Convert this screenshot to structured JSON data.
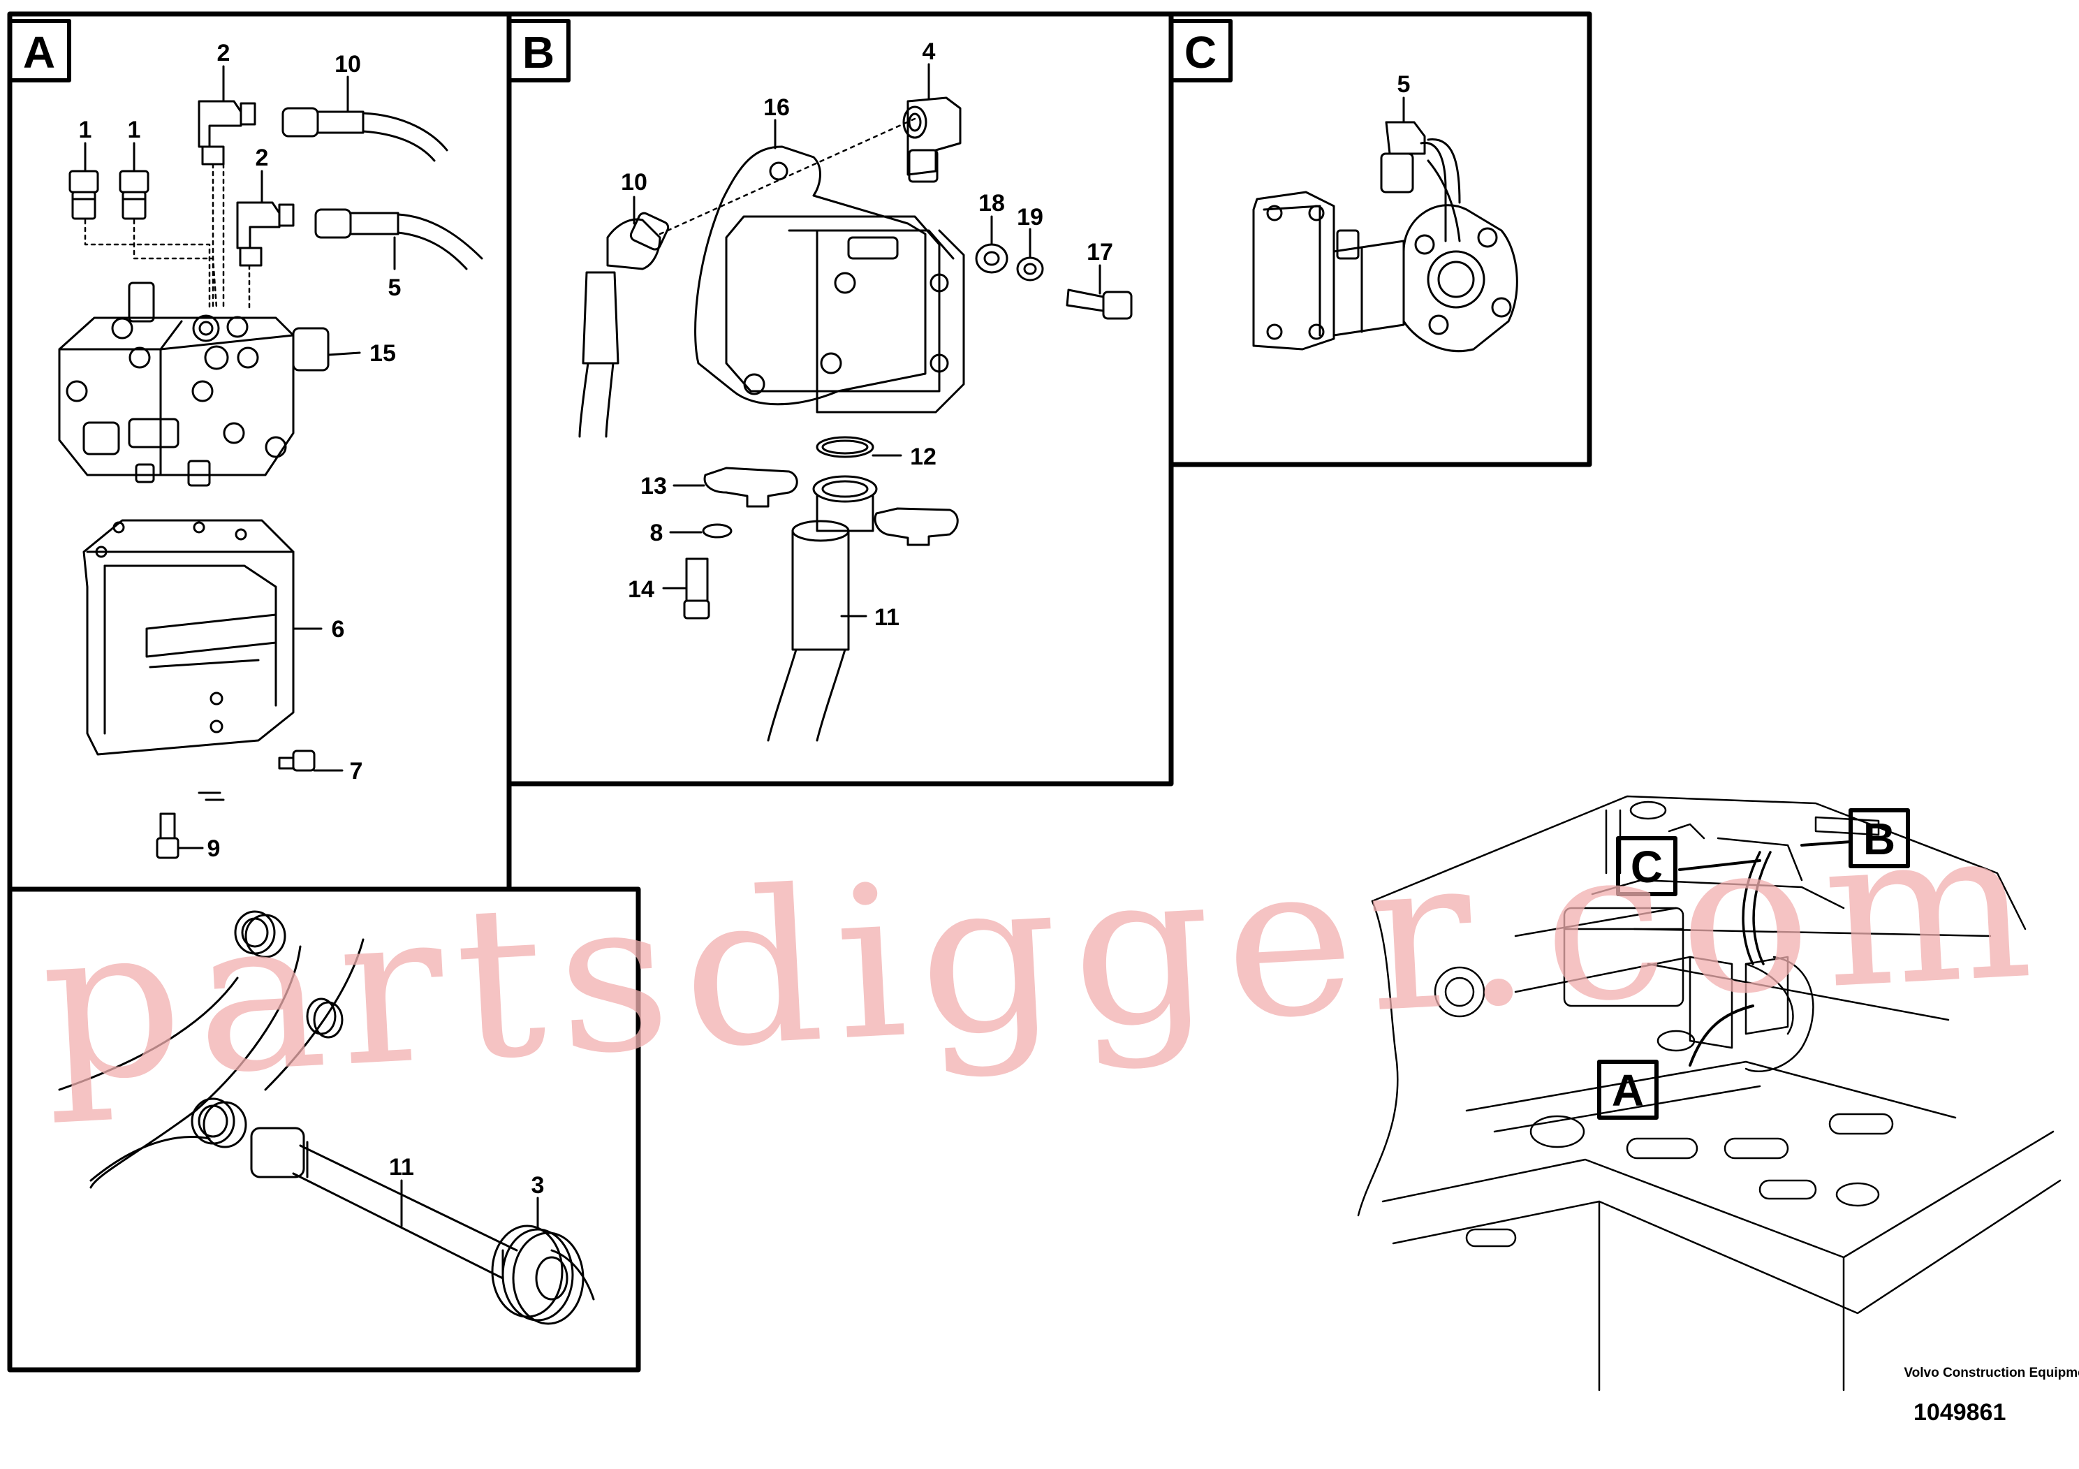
{
  "panels": {
    "A": {
      "letter": "A"
    },
    "B": {
      "letter": "B"
    },
    "C": {
      "letter": "C"
    }
  },
  "overview_callouts": {
    "A": "A",
    "B": "B",
    "C": "C"
  },
  "callouts_a": {
    "c1a": "1",
    "c1b": "1",
    "c2a": "2",
    "c2b": "2",
    "c10": "10",
    "c5": "5",
    "c15": "15",
    "c6": "6",
    "c7": "7",
    "c9": "9"
  },
  "callouts_b": {
    "c4": "4",
    "c16": "16",
    "c10": "10",
    "c18": "18",
    "c19": "19",
    "c17": "17",
    "c12": "12",
    "c13": "13",
    "c8": "8",
    "c14": "14",
    "c11": "11"
  },
  "callouts_c": {
    "c5": "5"
  },
  "callouts_d": {
    "c11": "11",
    "c3": "3"
  },
  "watermark": "partsdigger.com",
  "footer": {
    "company": "Volvo Construction Equipment",
    "number": "1049861"
  },
  "colors": {
    "line": "#000000",
    "watermark": "#f2b0b0",
    "background": "#ffffff"
  }
}
